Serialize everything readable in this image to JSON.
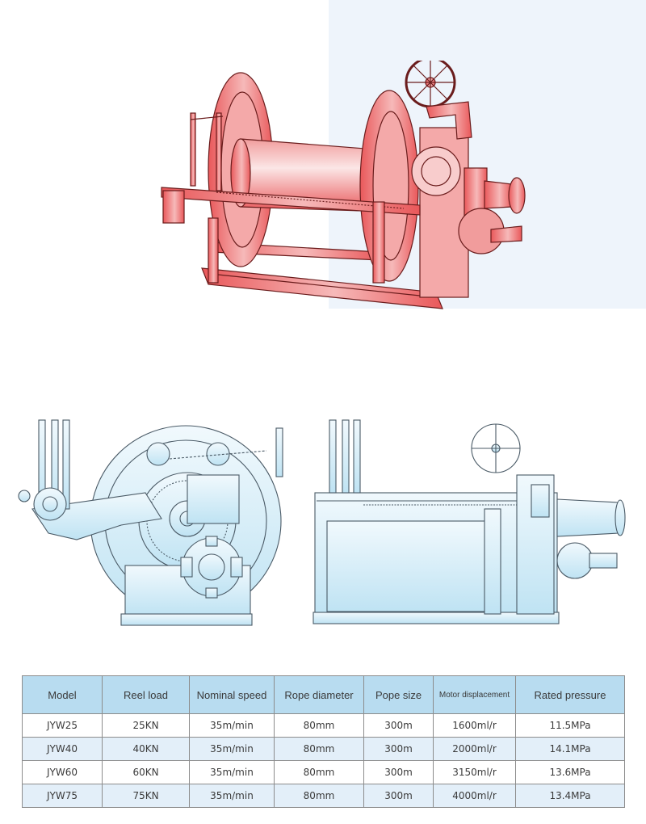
{
  "colors": {
    "winch_fill": "#eb5a5a",
    "winch_fill_light": "#fbeaea",
    "winch_stroke": "#6a1c1c",
    "drawing_fill": "#bfe3f3",
    "drawing_fill_light": "#f1f9fd",
    "drawing_stroke": "#4a5a66",
    "header_bg": "#b8dcf0",
    "row_alt_bg": "#e3eff9",
    "panel_bg": "#eef4fb"
  },
  "figures": {
    "perspective": "hydraulic-winch-perspective",
    "side": "winch-side-elevation",
    "front": "winch-front-elevation"
  },
  "spec_table": {
    "headers": [
      "Model",
      "Reel load",
      "Nominal speed",
      "Rope diameter",
      "Pope size",
      "Motor displacement",
      "Rated pressure"
    ],
    "rows": [
      [
        "JYW25",
        "25KN",
        "35m/min",
        "80mm",
        "300m",
        "1600ml/r",
        "11.5MPa"
      ],
      [
        "JYW40",
        "40KN",
        "35m/min",
        "80mm",
        "300m",
        "2000ml/r",
        "14.1MPa"
      ],
      [
        "JYW60",
        "60KN",
        "35m/min",
        "80mm",
        "300m",
        "3150ml/r",
        "13.6MPa"
      ],
      [
        "JYW75",
        "75KN",
        "35m/min",
        "80mm",
        "300m",
        "4000ml/r",
        "13.4MPa"
      ]
    ]
  }
}
